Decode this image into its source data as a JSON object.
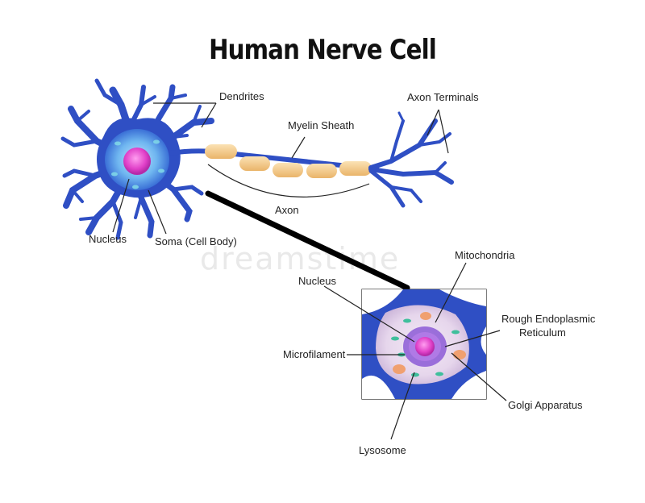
{
  "title": "Human Nerve Cell",
  "labels": {
    "dendrites": "Dendrites",
    "myelin_sheath": "Myelin Sheath",
    "axon_terminals": "Axon Terminals",
    "axon": "Axon",
    "nucleus_neuron": "Nucleus",
    "soma": "Soma (Cell Body)",
    "nucleus_detail": "Nucleus",
    "mitochondria": "Mitochondria",
    "rough_er_line1": "Rough Endoplasmic",
    "rough_er_line2": "Reticulum",
    "microfilament": "Microfilament",
    "golgi": "Golgi Apparatus",
    "lysosome": "Lysosome"
  },
  "watermark": "dreamstime",
  "colors": {
    "neuron_blue": "#2f4fc4",
    "cell_light": "#5ea8e8",
    "nucleus_pink": "#e040c8",
    "myelin": "#f3c98a"
  }
}
